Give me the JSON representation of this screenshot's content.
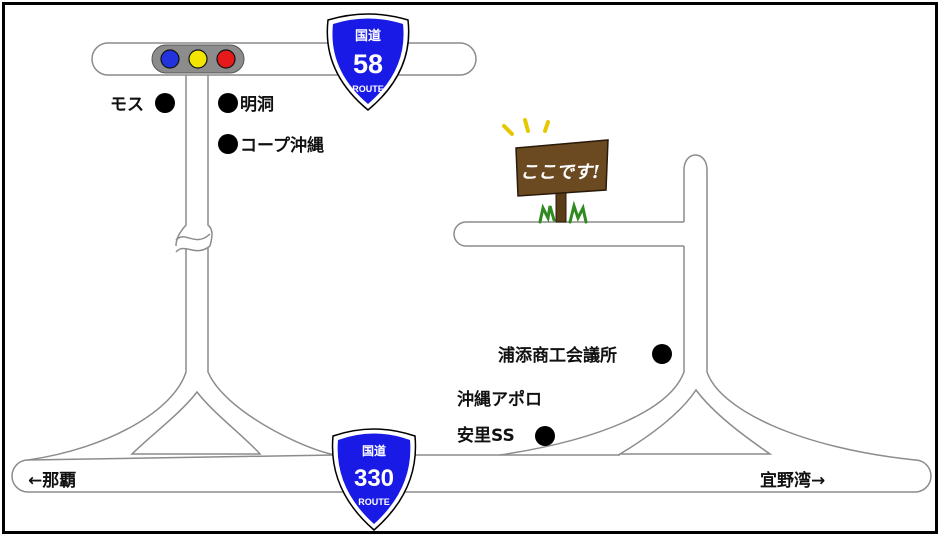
{
  "route_58": {
    "label_top": "国道",
    "number": "58",
    "label_bottom": "ROUTE"
  },
  "route_330": {
    "label_top": "国道",
    "number": "330",
    "label_bottom": "ROUTE"
  },
  "landmarks": {
    "mos": "モス",
    "meido": "明洞",
    "coop": "コープ沖縄",
    "chamber": "浦添商工会議所",
    "apollo_line1": "沖縄アポロ",
    "apollo_line2": "安里SS"
  },
  "directions": {
    "left": "←那覇",
    "right": "宜野湾→"
  },
  "signboard": {
    "text": "ここです!"
  },
  "colors": {
    "shield_blue": "#1a1ae6",
    "road_outline": "#8c8c8c",
    "signal_blue": "#2233dd",
    "signal_yellow": "#f2e600",
    "signal_red": "#e61a1a",
    "sign_wood": "#6b4a22",
    "grass": "#2f8a1f",
    "frame": "#000000"
  }
}
